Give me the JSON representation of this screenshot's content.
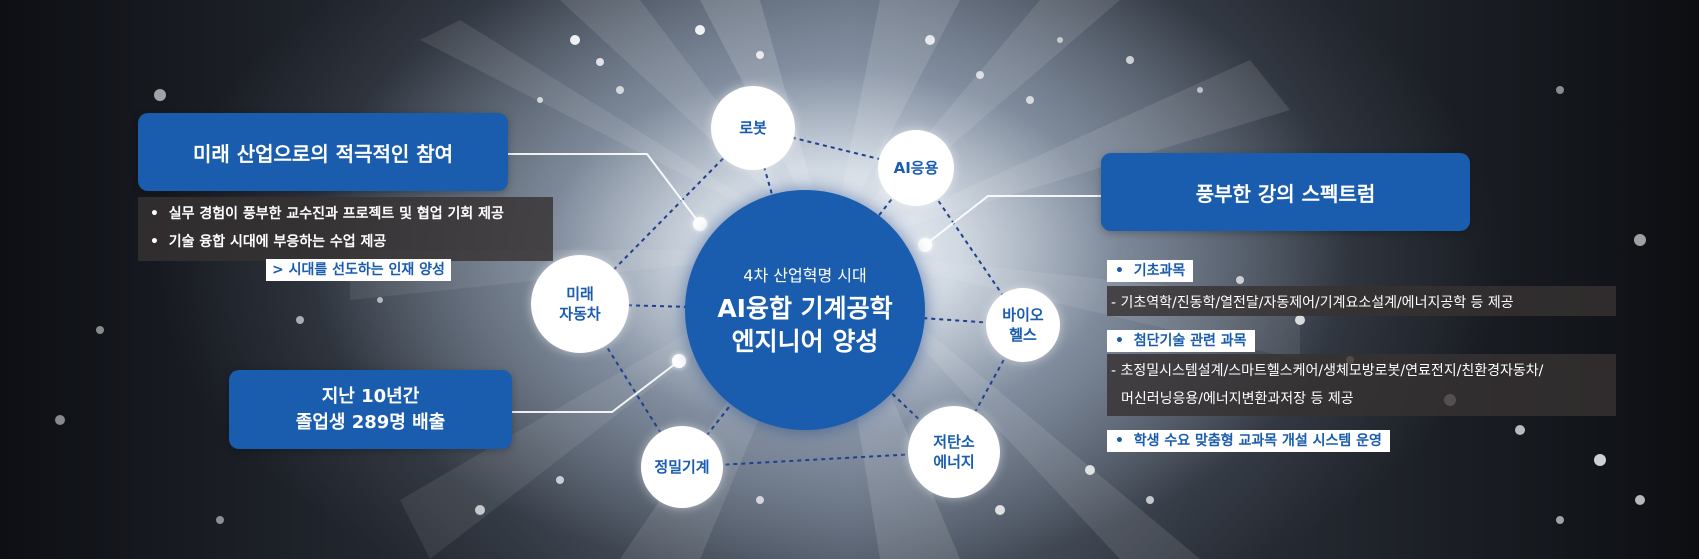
{
  "center": {
    "subtitle": "4차 산업혁명 시대",
    "line1": "AI융합 기계공학",
    "line2": "엔지니어 양성"
  },
  "nodes": {
    "robot": "로봇",
    "ai": "AI응용",
    "car1": "미래",
    "car2": "자동차",
    "bio1": "바이오",
    "bio2": "헬스",
    "energy1": "저탄소",
    "energy2": "에너지",
    "precision": "정밀기계"
  },
  "left_top": {
    "title": "미래 산업으로의 적극적인 참여",
    "items": [
      "실무 경험이 풍부한 교수진과 프로젝트 및 협업 기회 제공",
      "기술 융합 시대에 부응하는 수업 제공"
    ],
    "tag": "> 시대를 선도하는 인재 양성"
  },
  "left_bottom": {
    "line1": "지난 10년간",
    "line2": "졸업생 289명 배출"
  },
  "right": {
    "title": "풍부한 강의 스펙트럼",
    "s1_head": "기초과목",
    "s1_text": "- 기초역학/진동학/열전달/자동제어/기계요소설계/에너지공학 등 제공",
    "s2_head": "첨단기술 관련 과목",
    "s2_text1": "- 초정밀시스템설계/스마트헬스케어/생체모방로봇/연료전지/친환경자동차/",
    "s2_text2": "머신러닝응용/에너지변환과저장 등 제공",
    "s3_head": "학생 수요 맞춤형 교과목 개설 시스템 운영"
  },
  "bullet": "•",
  "colors": {
    "brand_blue": "#1a5cae",
    "panel_dark": "#373232",
    "white": "#ffffff"
  }
}
